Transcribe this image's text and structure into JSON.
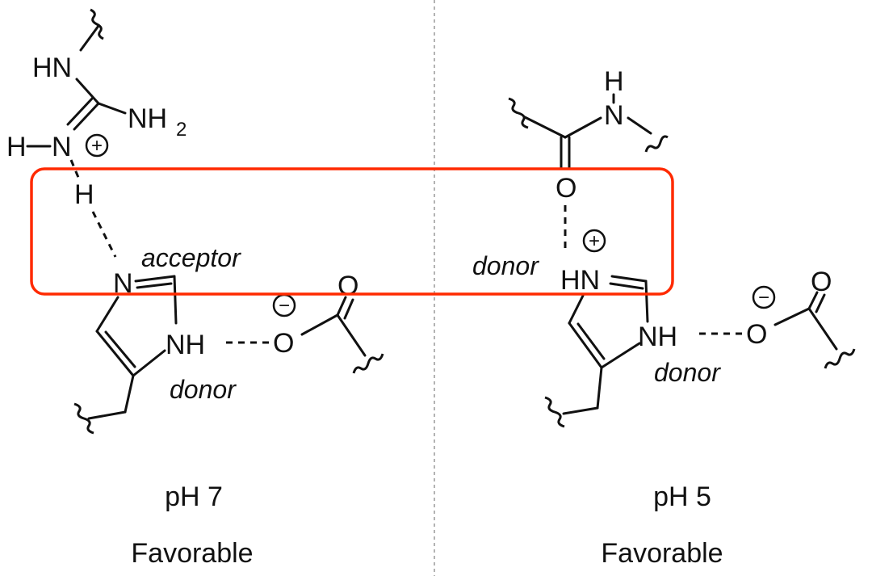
{
  "colors": {
    "highlight_box": "#ff2a00",
    "divider": "#9a9a9a",
    "ink": "#111111"
  },
  "left": {
    "atoms": {
      "hn": "HN",
      "nh2": "NH",
      "nh2_sub": "2",
      "h_left": "H",
      "n_plus": "N",
      "h_bridge": "H",
      "n_ring": "N",
      "nh_ring": "NH",
      "o_minus": "O",
      "o_carbonyl": "O"
    },
    "charges": {
      "plus": "+",
      "minus": "−"
    },
    "annotations": {
      "acceptor": "acceptor",
      "donor": "donor"
    },
    "ph": "pH 7",
    "verdict": "Favorable"
  },
  "right": {
    "atoms": {
      "h_amide": "H",
      "n_amide": "N",
      "o_amide": "O",
      "hn_ring": "HN",
      "nh_ring": "NH",
      "o_minus": "O",
      "o_carbonyl": "O"
    },
    "charges": {
      "plus": "+",
      "minus": "−"
    },
    "annotations": {
      "donor_top": "donor",
      "donor_bottom": "donor"
    },
    "ph": "pH 5",
    "verdict": "Favorable"
  }
}
